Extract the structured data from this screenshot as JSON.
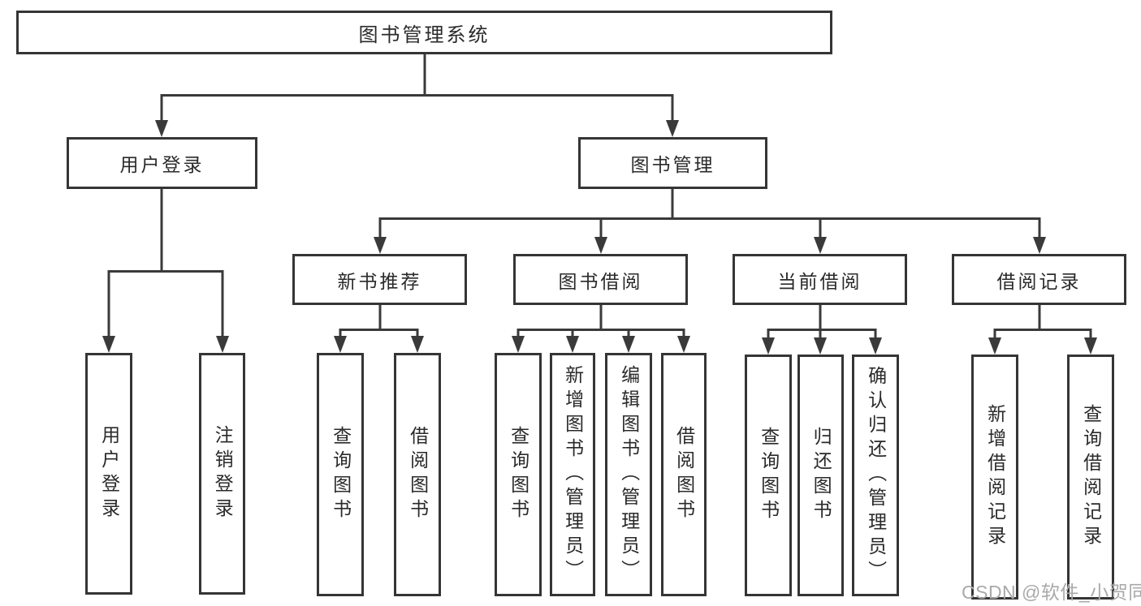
{
  "tree": {
    "label": "图书管理系统",
    "children": [
      {
        "label": "用户登录",
        "children": [
          {
            "label": "用户登录"
          },
          {
            "label": "注销登录"
          }
        ]
      },
      {
        "label": "图书管理",
        "children": [
          {
            "label": "新书推荐",
            "children": [
              {
                "label": "查询图书"
              },
              {
                "label": "借阅图书"
              }
            ]
          },
          {
            "label": "图书借阅",
            "children": [
              {
                "label": "查询图书"
              },
              {
                "label": "新增图书（管理员）"
              },
              {
                "label": "编辑图书（管理员）"
              },
              {
                "label": "借阅图书"
              }
            ]
          },
          {
            "label": "当前借阅",
            "children": [
              {
                "label": "查询图书"
              },
              {
                "label": "归还图书"
              },
              {
                "label": "确认归还（管理员）"
              }
            ]
          },
          {
            "label": "借阅记录",
            "children": [
              {
                "label": "新增借阅记录"
              },
              {
                "label": "查询借阅记录"
              }
            ]
          }
        ]
      }
    ]
  },
  "watermark": {
    "text": "CSDN @软件_小贺同学"
  },
  "colors": {
    "line": "#3a3a3a",
    "box_border": "#353535",
    "text": "#2a2a2a",
    "watermark": "#a9a9a9",
    "background": "#ffffff"
  }
}
